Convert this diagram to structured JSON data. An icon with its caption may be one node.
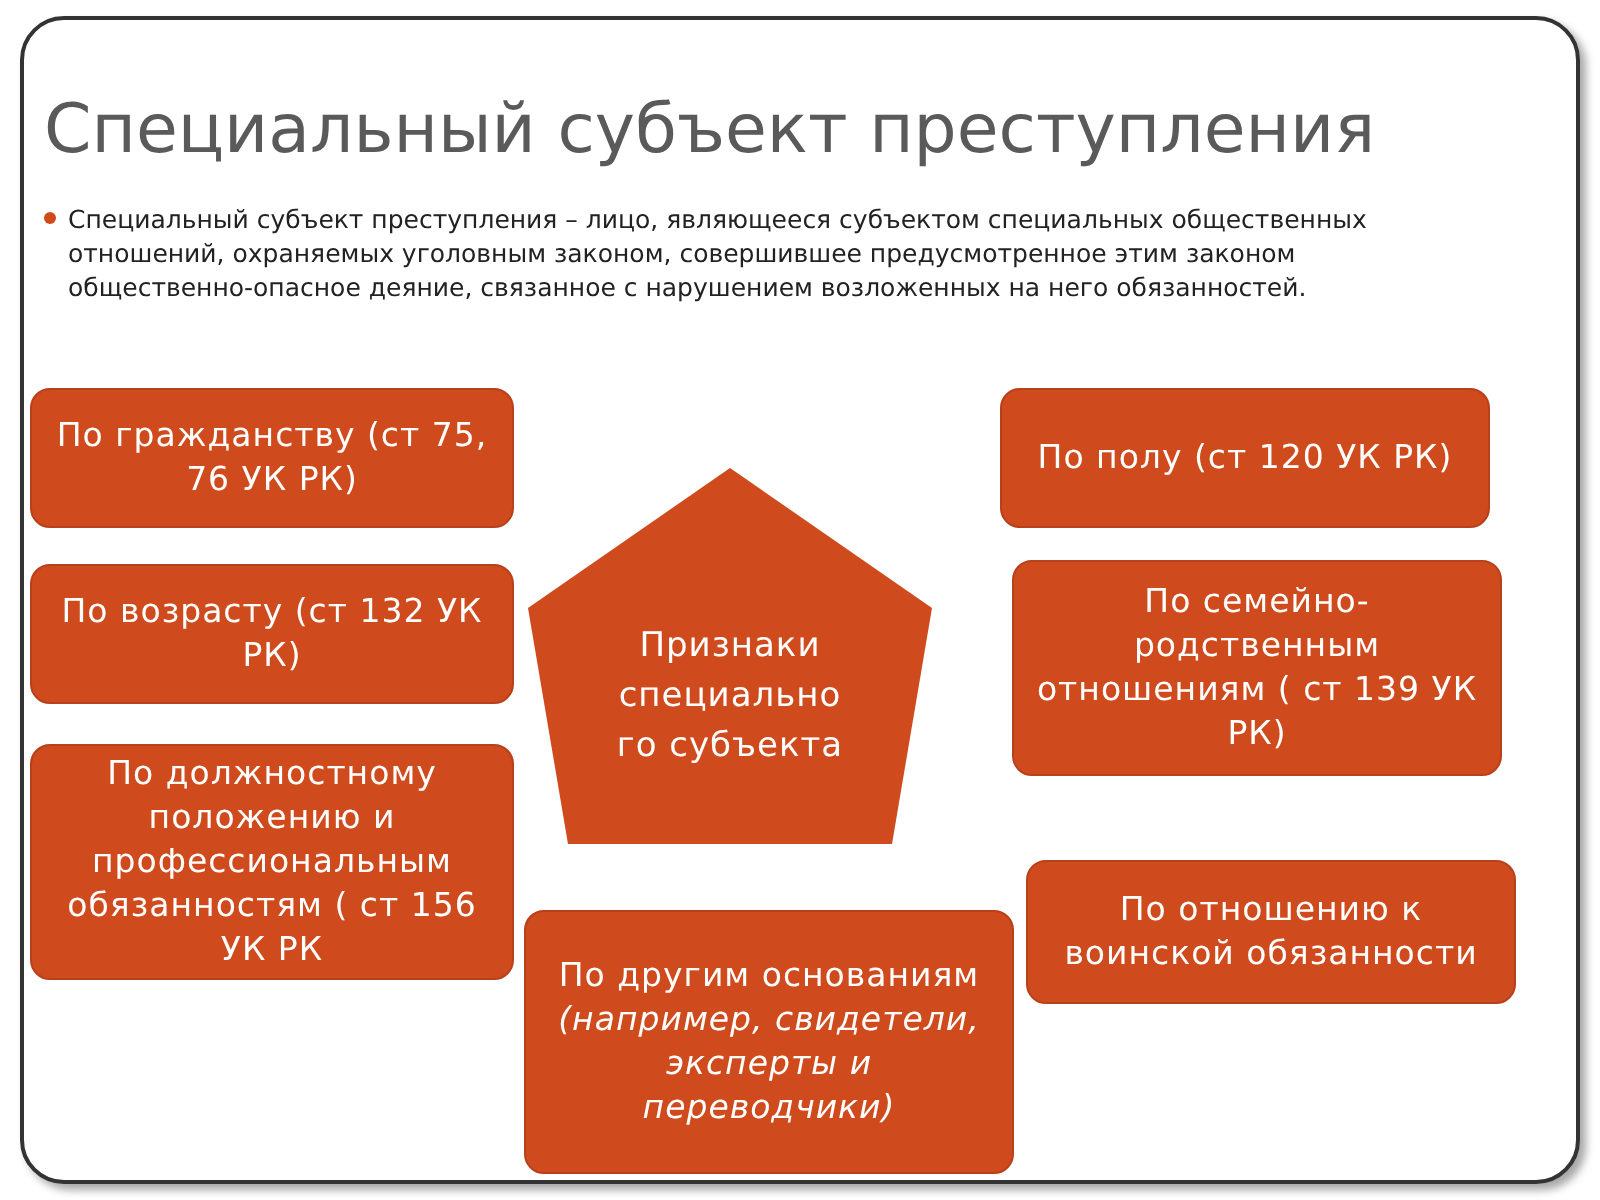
{
  "diagram": {
    "title": "Специальный субъект преступления",
    "nodes": [
      {
        "text": [
          "По гражданству (ст 75, 76 УК РК)"
        ]
      },
      {
        "text": [
          "По полу (ст 120 УК РК)"
        ]
      },
      {
        "text": [
          "По возрасту (ст 132 УК РК)"
        ]
      },
      {
        "text": [
          "Признаки специально го субъекта"
        ]
      },
      {
        "text": [
          "По семейно-родственным отношениям ( ст 139 УК РК)"
        ]
      },
      {
        "text": [
          "По должностному положению и профессиональным обязанностям ( ст 156 УК РК"
        ]
      },
      {
        "text": [
          "По отношению к воинской обязанности"
        ]
      },
      {
        "text": [
          "По другим основаниям *(например, свидетели, эксперты и переводчики)*"
        ]
      }
    ],
    "labels": [
      "Специальный субъект преступления – лицо, являющееся субъектом специальных общественных отношений, охраняемых уголовным законом, совершившее предусмотренное этим законом общественно-опасное деяние, связанное с нарушением возложенных на него обязанностей."
    ]
  }
}
